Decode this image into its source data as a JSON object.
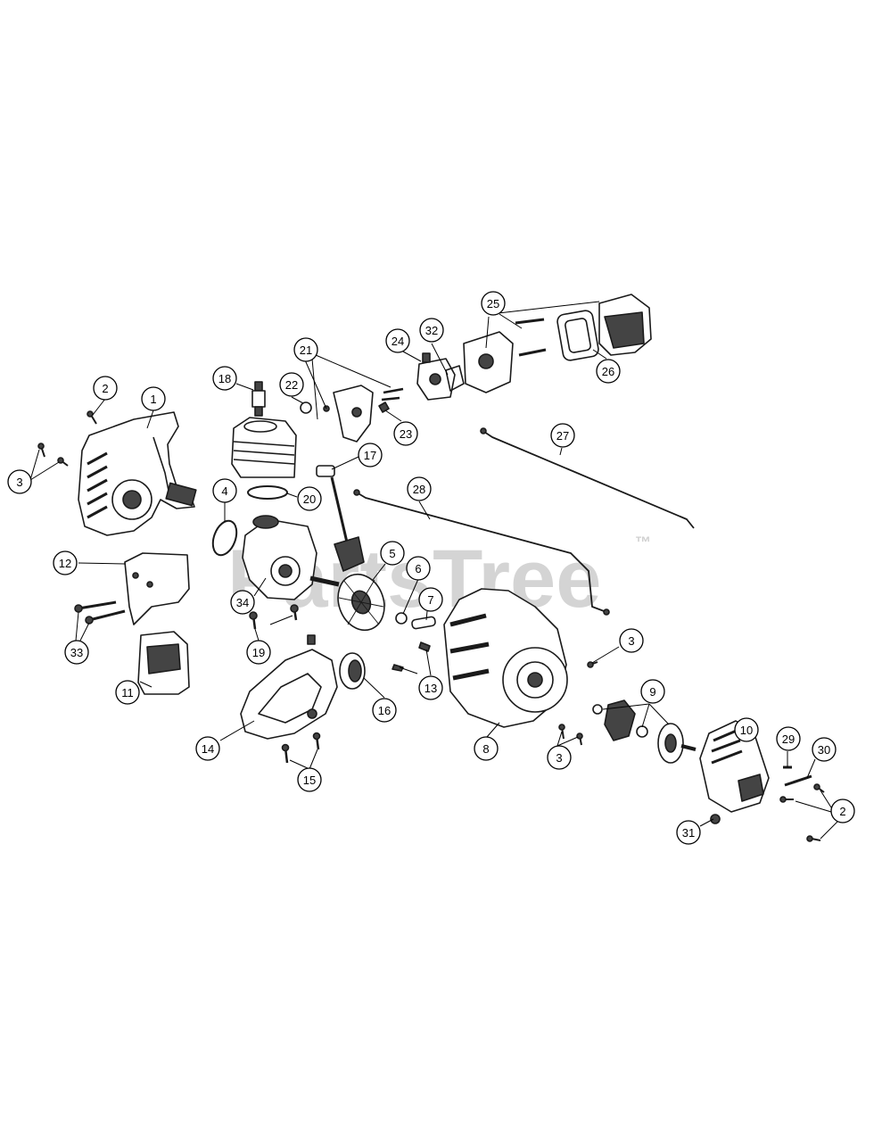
{
  "watermark": {
    "text": "PartsTree",
    "mark": "™",
    "color": "#d0d0d0"
  },
  "colors": {
    "line": "#000000",
    "part_stroke": "#1a1a1a",
    "part_fill": "#ffffff",
    "part_shade": "#444444"
  },
  "callouts": [
    {
      "id": "c1",
      "label": "1"
    },
    {
      "id": "c2a",
      "label": "2"
    },
    {
      "id": "c3a",
      "label": "3"
    },
    {
      "id": "c4",
      "label": "4"
    },
    {
      "id": "c5",
      "label": "5"
    },
    {
      "id": "c6",
      "label": "6"
    },
    {
      "id": "c7",
      "label": "7"
    },
    {
      "id": "c8",
      "label": "8"
    },
    {
      "id": "c9",
      "label": "9"
    },
    {
      "id": "c10",
      "label": "10"
    },
    {
      "id": "c11",
      "label": "11"
    },
    {
      "id": "c12",
      "label": "12"
    },
    {
      "id": "c13",
      "label": "13"
    },
    {
      "id": "c14",
      "label": "14"
    },
    {
      "id": "c15",
      "label": "15"
    },
    {
      "id": "c16",
      "label": "16"
    },
    {
      "id": "c17",
      "label": "17"
    },
    {
      "id": "c18",
      "label": "18"
    },
    {
      "id": "c19",
      "label": "19"
    },
    {
      "id": "c20",
      "label": "20"
    },
    {
      "id": "c21",
      "label": "21"
    },
    {
      "id": "c22",
      "label": "22"
    },
    {
      "id": "c23",
      "label": "23"
    },
    {
      "id": "c24",
      "label": "24"
    },
    {
      "id": "c25",
      "label": "25"
    },
    {
      "id": "c26",
      "label": "26"
    },
    {
      "id": "c27",
      "label": "27"
    },
    {
      "id": "c28",
      "label": "28"
    },
    {
      "id": "c29",
      "label": "29"
    },
    {
      "id": "c30",
      "label": "30"
    },
    {
      "id": "c31",
      "label": "31"
    },
    {
      "id": "c32",
      "label": "32"
    },
    {
      "id": "c33",
      "label": "33"
    },
    {
      "id": "c34",
      "label": "34"
    },
    {
      "id": "c3b",
      "label": "3"
    },
    {
      "id": "c3c",
      "label": "3"
    },
    {
      "id": "c2b",
      "label": "2"
    }
  ]
}
